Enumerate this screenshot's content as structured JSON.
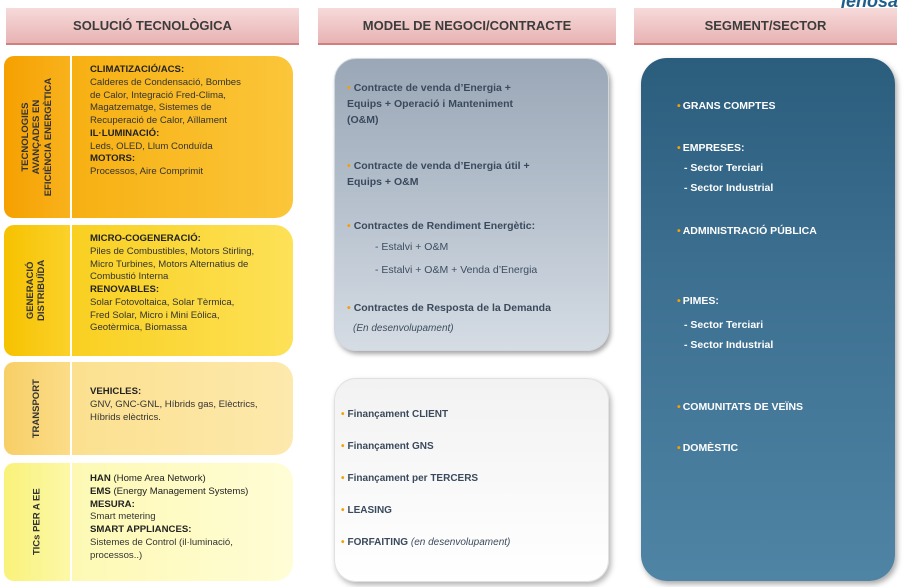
{
  "brand": "jenosa",
  "headers": {
    "solution": "SOLUCIÓ TECNOLÒGICA",
    "business_model": "MODEL DE NEGOCI/CONTRACTE",
    "segment": "SEGMENT/SECTOR"
  },
  "technology": {
    "t1": {
      "tab": [
        "TECNOLOGIES",
        "AVANÇADES EN",
        "EFICIÈNCIA ENERGÈTICA"
      ],
      "lines": [
        {
          "text": "CLIMATIZACIÓ/ACS:",
          "bold": true
        },
        {
          "text": "Calderes de Condensació, Bombes",
          "bold": false
        },
        {
          "text": "de Calor, Integració Fred-Clima,",
          "bold": false
        },
        {
          "text": "Magatzematge, Sistemes de",
          "bold": false
        },
        {
          "text": "Recuperació de Calor, Aïllament",
          "bold": false
        },
        {
          "text": "IL·LUMINACIÓ:",
          "bold": true
        },
        {
          "text": "Leds, OLED, Llum Conduïda",
          "bold": false
        },
        {
          "text": "MOTORS:",
          "bold": true
        },
        {
          "text": "Processos, Aire Comprimit",
          "bold": false
        }
      ]
    },
    "t2": {
      "tab": [
        "GENERACIÓ",
        "DISTRIBUÏDA"
      ],
      "lines": [
        {
          "text": "MICRO-COGENERACIÓ:",
          "bold": true
        },
        {
          "text": "Piles de Combustibles, Motors Stirling,",
          "bold": false
        },
        {
          "text": "Micro Turbines, Motors Alternatius de",
          "bold": false
        },
        {
          "text": "Combustió Interna",
          "bold": false
        },
        {
          "text": "RENOVABLES:",
          "bold": true
        },
        {
          "text": "Solar Fotovoltaica, Solar Tèrmica,",
          "bold": false
        },
        {
          "text": "Fred Solar, Micro i Mini Eòlica,",
          "bold": false
        },
        {
          "text": "Geotèrmica, Biomassa",
          "bold": false
        }
      ]
    },
    "t3": {
      "tab": [
        "TRANSPORT"
      ],
      "lines": [
        {
          "text": "VEHICLES:",
          "bold": true
        },
        {
          "text": "GNV, GNC-GNL, Híbrids gas, Elèctrics,",
          "bold": false
        },
        {
          "text": "Híbrids elèctrics.",
          "bold": false
        }
      ]
    },
    "t4": {
      "tab": [
        "TICs PER A EE"
      ],
      "lines": [
        {
          "text": "HAN",
          "bold": true,
          "rest": " (Home Area Network)"
        },
        {
          "text": "EMS",
          "bold": true,
          "rest": " (Energy Management Systems)"
        },
        {
          "text": "MESURA:",
          "bold": true
        },
        {
          "text": "Smart metering",
          "bold": false
        },
        {
          "text": "SMART APPLIANCES:",
          "bold": true
        },
        {
          "text": "Sistemes de Control (il·luminació,",
          "bold": false
        },
        {
          "text": "processos..)",
          "bold": false
        }
      ]
    }
  },
  "contracts": {
    "c1": "Contracte de venda d’Energia  +\nEquips + Operació i Manteniment\n(O&M)",
    "c2": "Contracte de venda d’Energia útil +\nEquips + O&M",
    "c3": "Contractes de Rendiment Energètic:",
    "c3_sub1": "- Estalvi + O&M",
    "c3_sub2": "- Estalvi + O&M + Venda d’Energia",
    "c4": "Contractes de Resposta de la Demanda",
    "c4_note": "(En desenvolupament)"
  },
  "financing": {
    "f1": "Finançament CLIENT",
    "f2": "Finançament GNS",
    "f3": "Finançament per TERCERS",
    "f4": "LEASING",
    "f5": "FORFAITING",
    "f5_note": "(en desenvolupament)"
  },
  "segments": {
    "s1": "GRANS COMPTES",
    "s2": "EMPRESES:",
    "s2_sub1": "- Sector Terciari",
    "s2_sub2": "- Sector Industrial",
    "s3": "ADMINISTRACIÓ PÚBLICA",
    "s4": "PIMES:",
    "s4_sub1": "- Sector Terciari",
    "s4_sub2": "- Sector Industrial",
    "s5": "COMUNITATS DE VEÏNS",
    "s6": "DOMÈSTIC"
  },
  "bullet": "•",
  "colors": {
    "header_bg": "#e8b3b3",
    "orange": "#f5a000",
    "navy": "#2b5d7d"
  }
}
